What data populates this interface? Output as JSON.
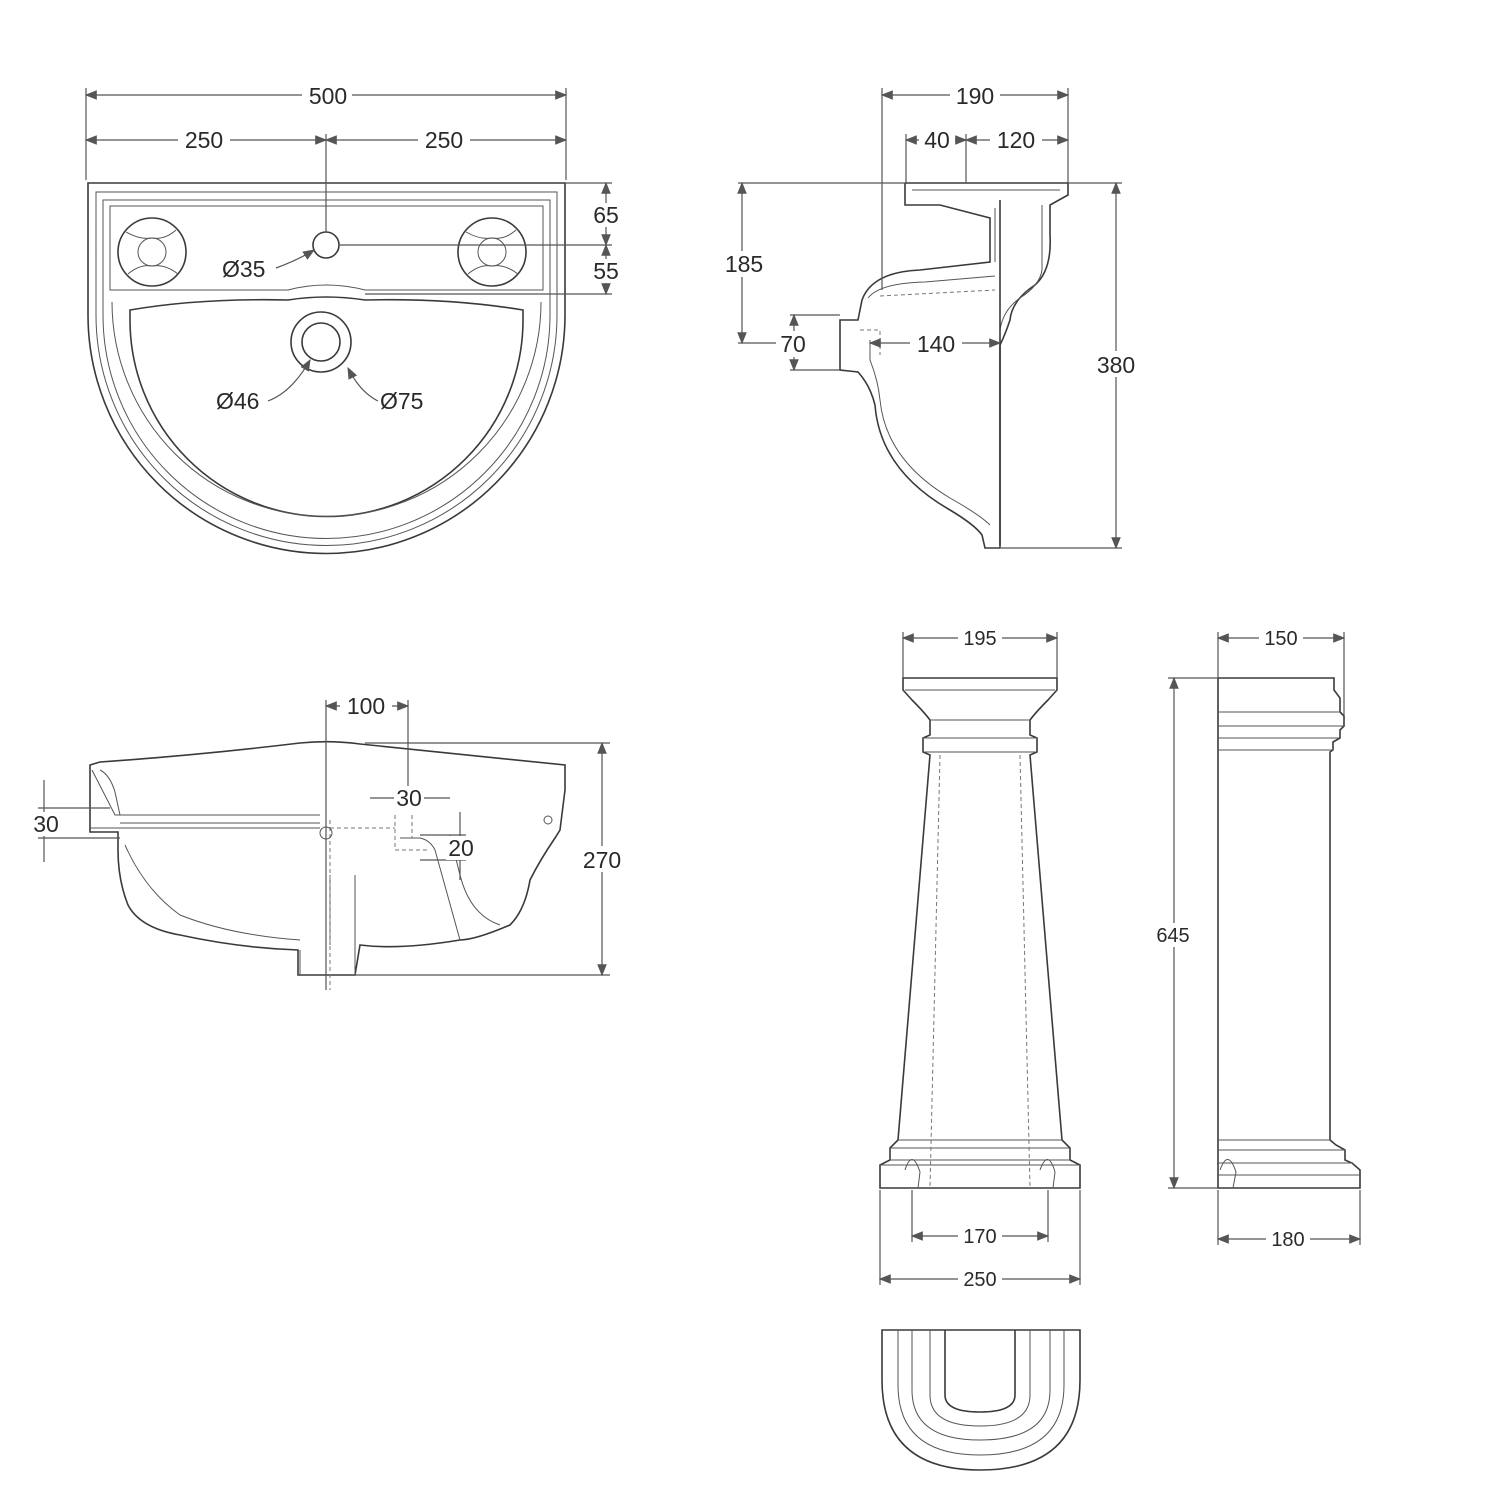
{
  "basin_top_view": {
    "overall_width": "500",
    "left_half": "250",
    "right_half": "250",
    "tap_hole": "Ø35",
    "waste_inner": "Ø46",
    "waste_outer": "Ø75",
    "depth_to_taphole": "65",
    "taphole_to_ledge": "55"
  },
  "basin_side_section": {
    "overall_depth": "190",
    "rim_section": "40",
    "back_section": "120",
    "height_to_overflow": "185",
    "overflow_height": "70",
    "overflow_to_wall": "140",
    "overall_height": "380"
  },
  "basin_front_section": {
    "waste_offset": "100",
    "overflow_width": "30",
    "overflow_slot": "20",
    "rim_thickness": "30",
    "overall_height": "270"
  },
  "pedestal_front": {
    "top_width": "195",
    "foot_spacing": "170",
    "base_width": "250"
  },
  "pedestal_side": {
    "top_depth": "150",
    "height": "645",
    "base_depth": "180"
  }
}
